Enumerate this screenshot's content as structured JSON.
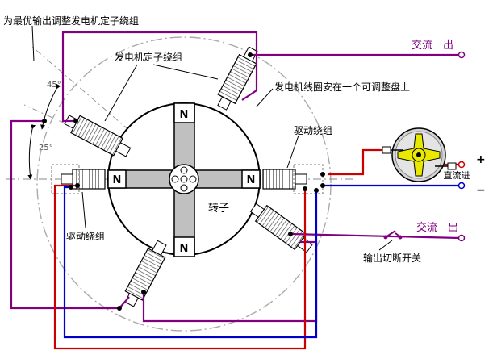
{
  "labels": {
    "optimal_adjust": "为最优输出调整发电机定子绕组",
    "stator_windings": "发电机定子绕组",
    "coils_on_plate": "发电机线圈安在一个可调整盘上",
    "drive_winding_right": "驱动绕组",
    "drive_winding_left": "驱动绕组",
    "rotor": "转子",
    "ac_out_top": "交流　出",
    "ac_out_bottom": "交流　出",
    "output_switch": "输出切断开关",
    "dc_in": "直流进",
    "plus": "+",
    "minus": "−",
    "angle_45": "45°",
    "angle_25": "25°"
  },
  "magnets": {
    "top": "N",
    "left": "N",
    "right": "N",
    "bottom": "N"
  },
  "colors": {
    "purple_wire": "#800080",
    "red_wire": "#cc0000",
    "blue_wire": "#0000cc",
    "magnet": "#c0c0c0",
    "motor_yellow": "#e8e800",
    "motor_body": "#d4d4d4"
  }
}
